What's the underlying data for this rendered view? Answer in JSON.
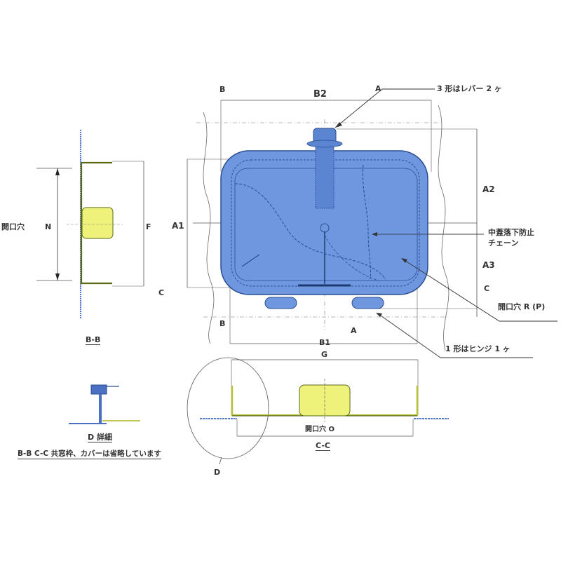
{
  "colors": {
    "body_blue": "#6f97e0",
    "body_blue_dark": "#2a4d8f",
    "yellow": "#eef27a",
    "yellow_edge": "#5a6a12",
    "plate_blue": "#5577cc",
    "line": "#555555"
  },
  "main_view": {
    "dims": {
      "b2": "B2",
      "b1": "B1",
      "a1": "A1",
      "a2": "A2",
      "a3": "A3",
      "c": "C",
      "section_b_top": "B",
      "section_b_bottom": "B",
      "section_a_top": "A",
      "section_a_bottom": "A"
    },
    "callouts": {
      "lever": "3 形はレバー 2 ヶ",
      "chain_line1": "中蓋落下防止",
      "chain_line2": "チェーン",
      "opening_radius": "開口穴 R (P)",
      "hinge": "1 形はヒンジ 1 ヶ"
    }
  },
  "section_bb": {
    "opening_label": "開口穴",
    "n": "N",
    "f": "F",
    "c": "C",
    "title": "B-B"
  },
  "detail_d": {
    "title": "D 詳細",
    "note": "B-B C-C 共窓枠、カバーは省略しています"
  },
  "section_cc": {
    "g": "G",
    "opening_label": "開口穴 O",
    "title": "C-C",
    "detail_marker": "D"
  }
}
